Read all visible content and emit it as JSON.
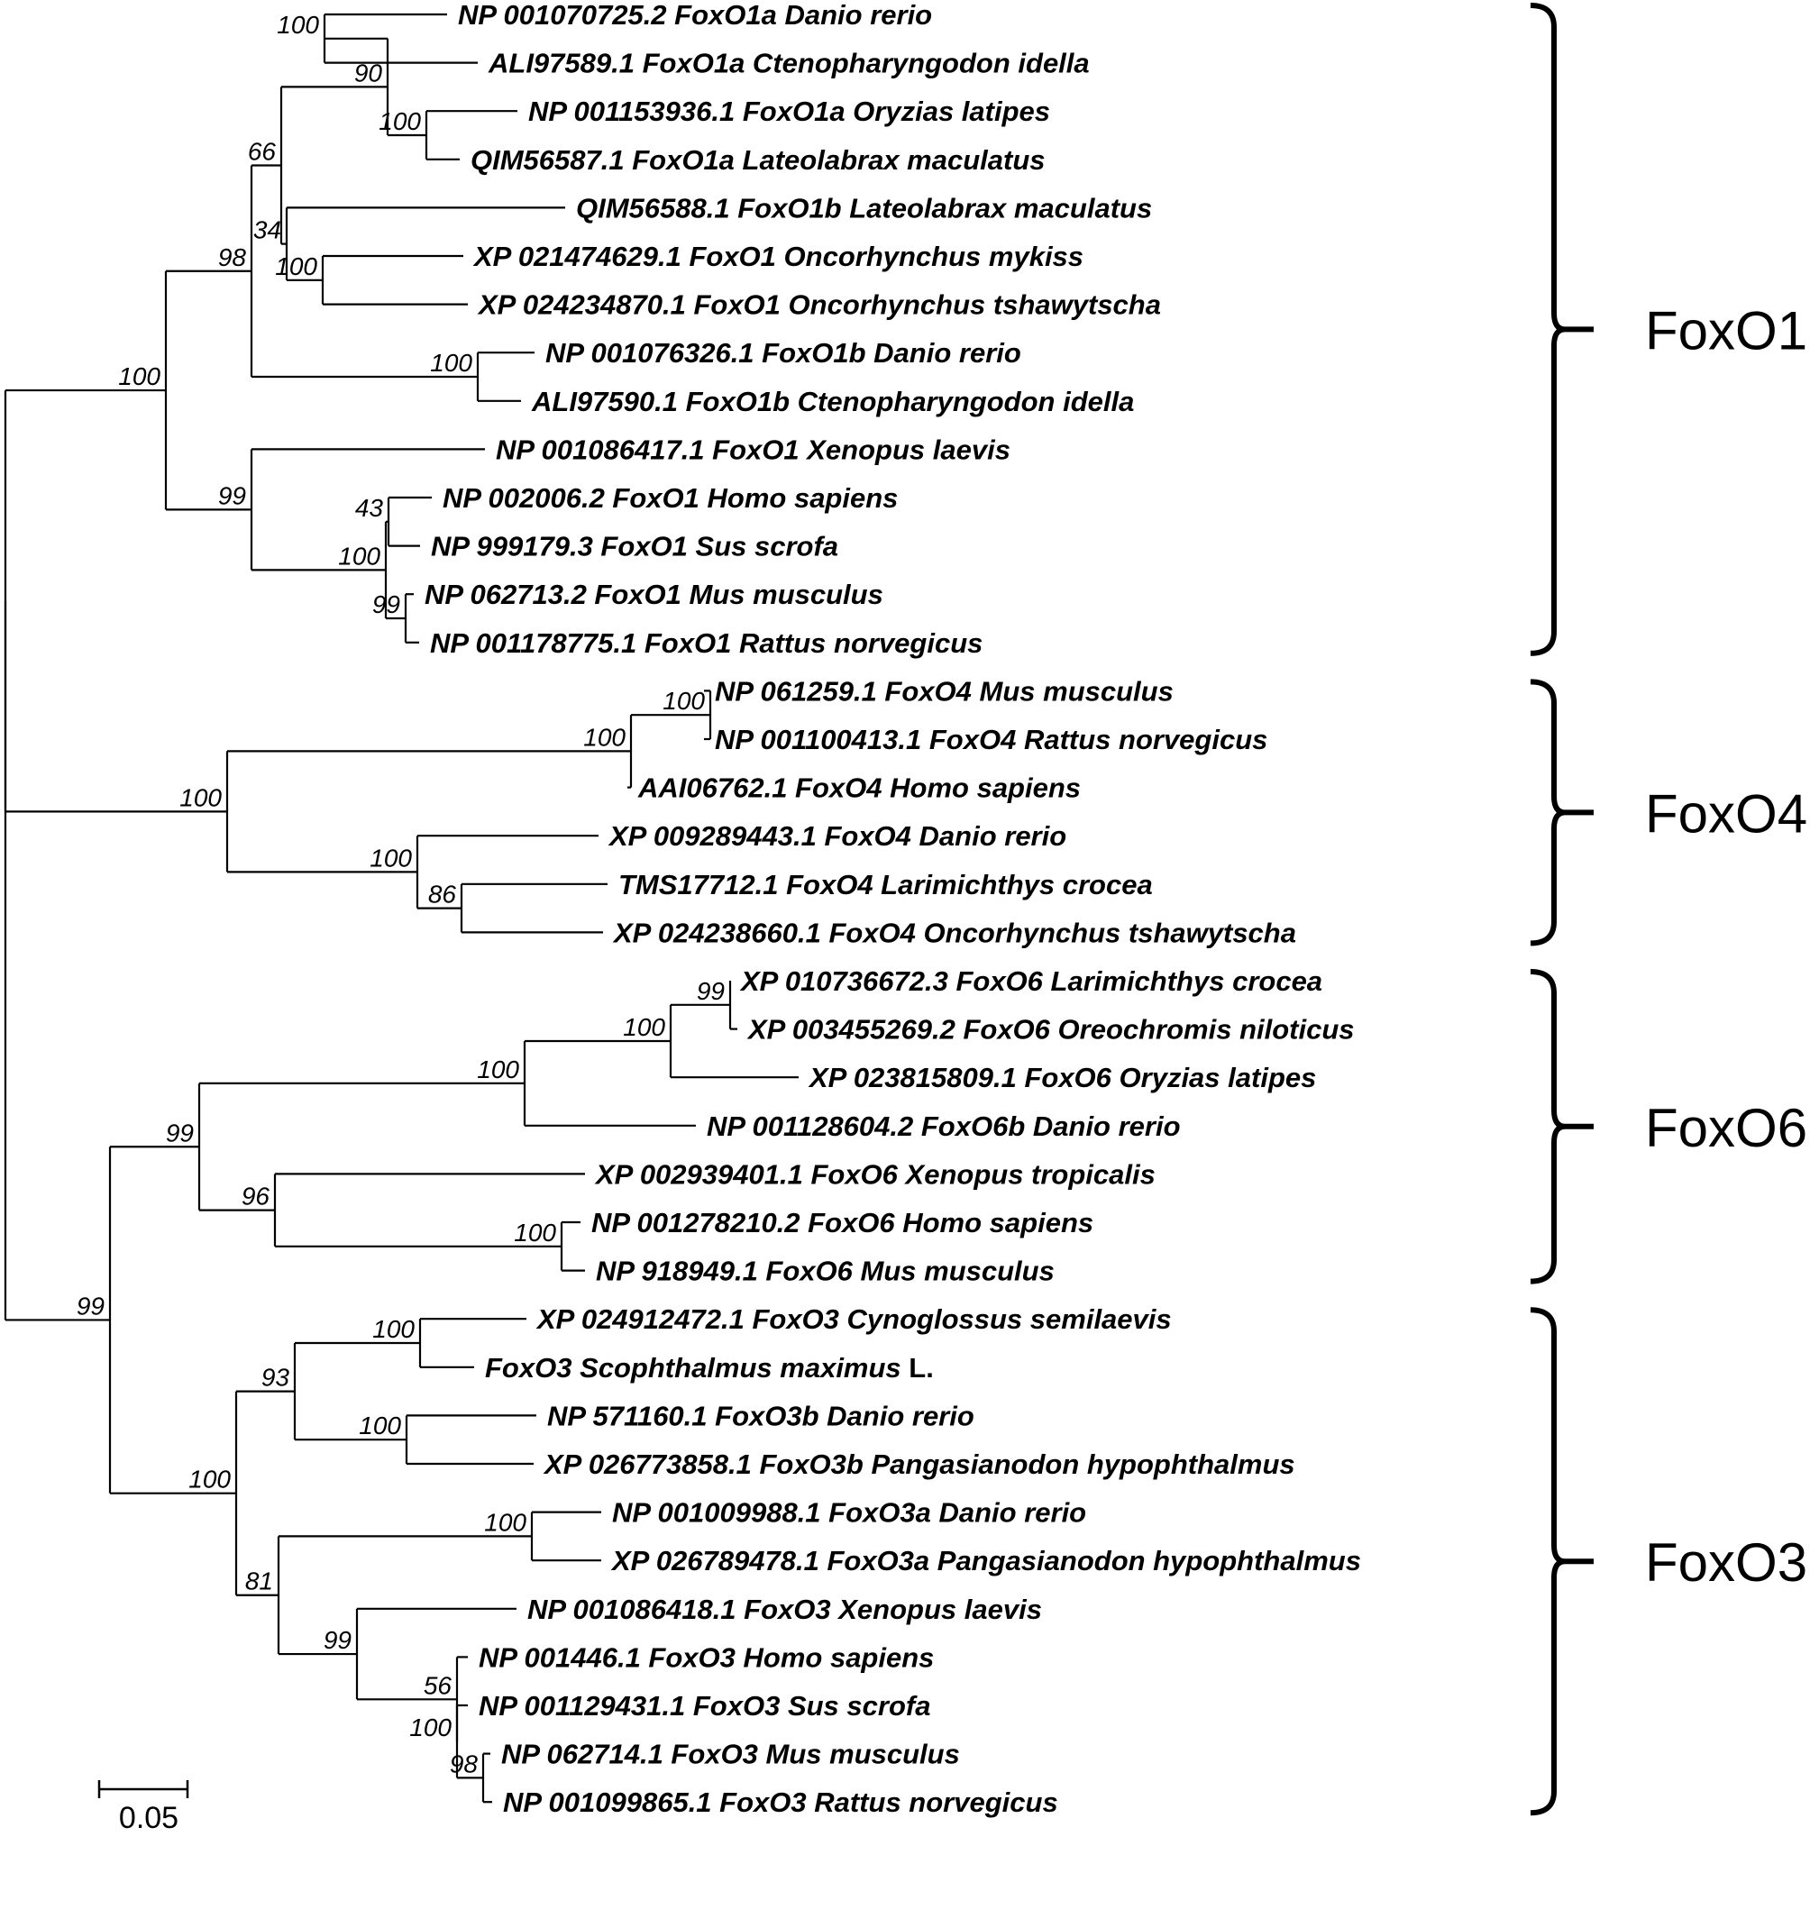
{
  "title": "",
  "leaves": [
    {
      "label": "NP 001070725.2 FoxO1a Danio rerio"
    },
    {
      "label": "ALI97589.1 FoxO1a Ctenopharyngodon idella"
    },
    {
      "label": "NP 001153936.1 FoxO1a Oryzias latipes"
    },
    {
      "label": "QIM56587.1 FoxO1a Lateolabrax maculatus"
    },
    {
      "label": "QIM56588.1 FoxO1b Lateolabrax maculatus"
    },
    {
      "label": "XP 021474629.1 FoxO1 Oncorhynchus mykiss"
    },
    {
      "label": "XP 024234870.1 FoxO1 Oncorhynchus tshawytscha"
    },
    {
      "label": "NP 001076326.1 FoxO1b Danio rerio"
    },
    {
      "label": "ALI97590.1 FoxO1b Ctenopharyngodon idella"
    },
    {
      "label": "NP 001086417.1 FoxO1 Xenopus laevis"
    },
    {
      "label": "NP 002006.2 FoxO1 Homo sapiens"
    },
    {
      "label": "NP 999179.3 FoxO1 Sus scrofa"
    },
    {
      "label": "NP 062713.2 FoxO1 Mus musculus"
    },
    {
      "label": "NP 001178775.1 FoxO1 Rattus norvegicus"
    },
    {
      "label": "NP 061259.1 FoxO4 Mus musculus"
    },
    {
      "label": "NP 001100413.1 FoxO4 Rattus norvegicus"
    },
    {
      "label": "AAI06762.1 FoxO4 Homo sapiens"
    },
    {
      "label": "XP 009289443.1 FoxO4 Danio rerio"
    },
    {
      "label": "TMS17712.1 FoxO4 Larimichthys crocea"
    },
    {
      "label": "XP 024238660.1 FoxO4 Oncorhynchus tshawytscha"
    },
    {
      "label": "XP 010736672.3 FoxO6 Larimichthys crocea"
    },
    {
      "label": "XP 003455269.2 FoxO6 Oreochromis niloticus"
    },
    {
      "label": "XP 023815809.1 FoxO6 Oryzias latipes"
    },
    {
      "label": "NP 001128604.2 FoxO6b Danio rerio"
    },
    {
      "label": "XP 002939401.1 FoxO6 Xenopus tropicalis"
    },
    {
      "label": "NP 001278210.2 FoxO6 Homo sapiens"
    },
    {
      "label": "NP 918949.1 FoxO6 Mus musculus"
    },
    {
      "label": "XP 024912472.1 FoxO3 Cynoglossus semilaevis"
    },
    {
      "label": "FoxO3 Scophthalmus maximus",
      "suffix": "L.",
      "highlight": true
    },
    {
      "label": "NP 571160.1 FoxO3b Danio rerio"
    },
    {
      "label": "XP 026773858.1 FoxO3b Pangasianodon hypophthalmus"
    },
    {
      "label": "NP 001009988.1 FoxO3a Danio rerio"
    },
    {
      "label": "XP 026789478.1 FoxO3a Pangasianodon hypophthalmus"
    },
    {
      "label": "NP 001086418.1 FoxO3 Xenopus laevis"
    },
    {
      "label": "NP 001446.1 FoxO3 Homo sapiens"
    },
    {
      "label": "NP 001129431.1 FoxO3 Sus scrofa"
    },
    {
      "label": "NP 062714.1 FoxO3 Mus musculus"
    },
    {
      "label": "NP 001099865.1 FoxO3 Rattus norvegicus"
    }
  ],
  "bootstrap_values": [
    "100",
    "90",
    "100",
    "66",
    "34",
    "100",
    "98",
    "100",
    "100",
    "99",
    "43",
    "100",
    "99",
    "100",
    "100",
    "100",
    "100",
    "86",
    "99",
    "100",
    "100",
    "99",
    "96",
    "100",
    "99",
    "100",
    "93",
    "100",
    "100",
    "100",
    "81",
    "99",
    "56",
    "100",
    "98"
  ],
  "clades": [
    {
      "name": "FoxO1",
      "first_leaf": 1,
      "last_leaf": 14
    },
    {
      "name": "FoxO4",
      "first_leaf": 15,
      "last_leaf": 20
    },
    {
      "name": "FoxO6",
      "first_leaf": 21,
      "last_leaf": 27
    },
    {
      "name": "FoxO3",
      "first_leaf": 28,
      "last_leaf": 38
    }
  ],
  "scale_bar": {
    "label": "0.05",
    "length": 0.05
  },
  "colors": {
    "line": "#000000",
    "text": "#000000",
    "highlight": "#e8141c"
  }
}
